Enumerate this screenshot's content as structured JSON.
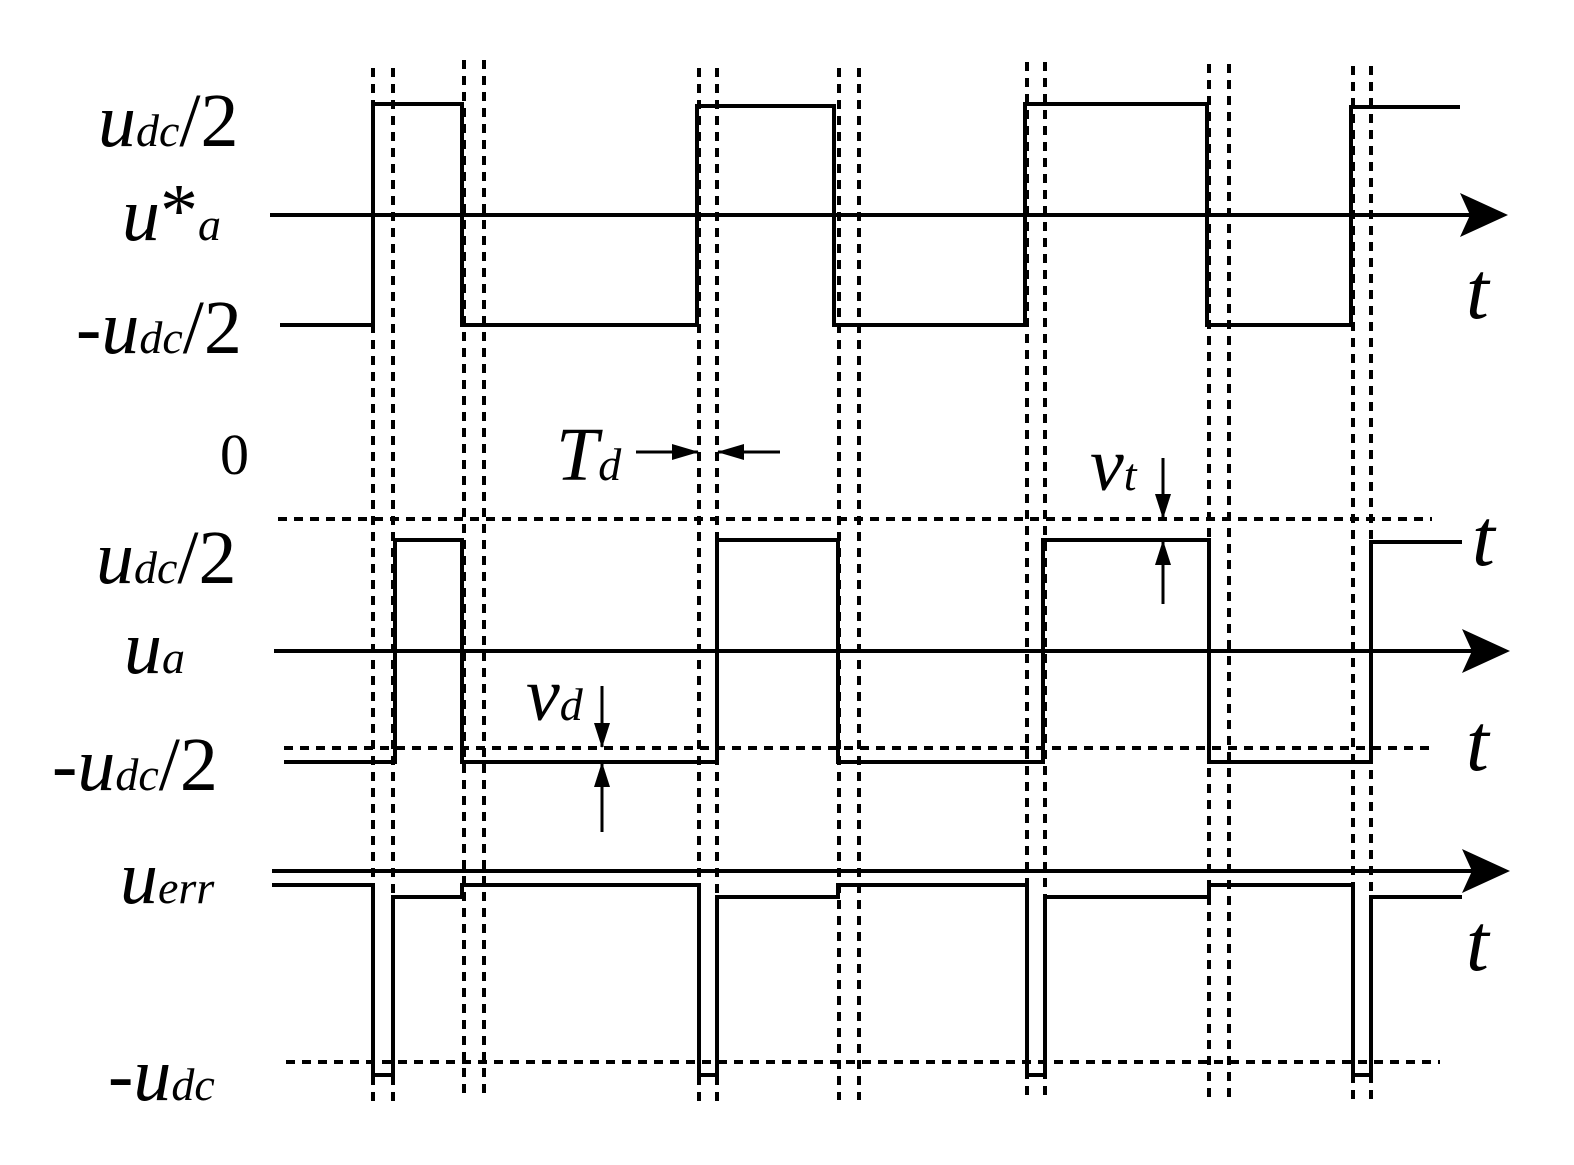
{
  "labels": {
    "top_high": {
      "main": "u",
      "sub": "dc",
      "suffix": "/2"
    },
    "top_ref": {
      "main": "u",
      "star": "*",
      "sub": "a"
    },
    "top_low": {
      "prefix": "-",
      "main": "u",
      "sub": "dc",
      "suffix": "/2"
    },
    "zero": "0",
    "mid_high": {
      "main": "u",
      "sub": "dc",
      "suffix": "/2"
    },
    "mid_out": {
      "main": "u",
      "sub": "a"
    },
    "mid_low": {
      "prefix": "-",
      "main": "u",
      "sub": "dc",
      "suffix": "/2"
    },
    "err": {
      "main": "u",
      "sub": "err"
    },
    "bottom_low": {
      "prefix": "-",
      "main": "u",
      "sub": "dc"
    },
    "time_axis": "t",
    "dead_time": {
      "main": "T",
      "sub": "d"
    },
    "turn_on_drop": {
      "main": "v",
      "sub": "t"
    },
    "diode_drop": {
      "main": "v",
      "sub": "d"
    }
  },
  "signals": {
    "reference": "u*a",
    "output": "ua",
    "error": "uerr"
  }
}
